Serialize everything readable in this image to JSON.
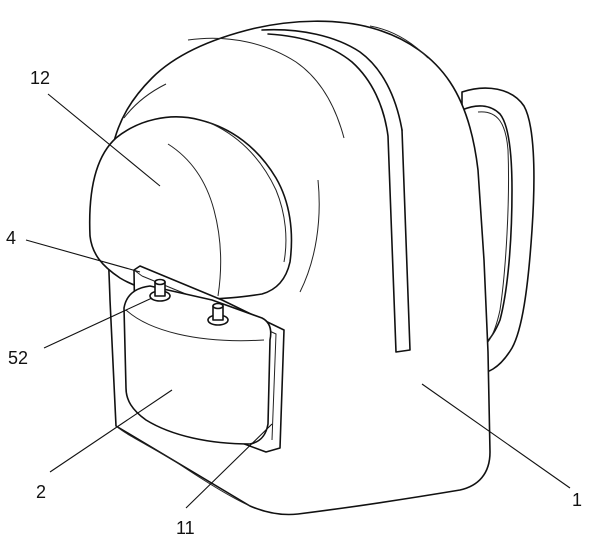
{
  "labels": {
    "l12": "12",
    "l4": "4",
    "l52": "52",
    "l2": "2",
    "l11": "11",
    "l1": "1"
  }
}
